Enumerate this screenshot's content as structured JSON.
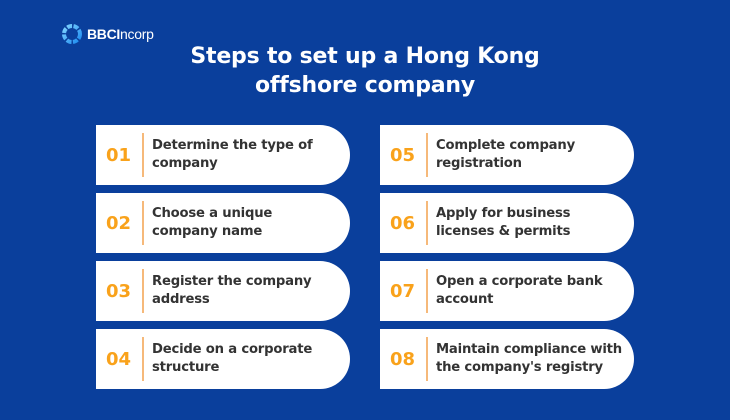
{
  "brand": {
    "logo_text_bold": "BBCI",
    "logo_text_regular": "ncorp",
    "logo_icon": "swirl-ring-icon"
  },
  "title": {
    "line1": "Steps to set up a Hong Kong",
    "line2": "offshore company"
  },
  "colors": {
    "background": "#0a3f9c",
    "card": "#ffffff",
    "number": "#f9a21b",
    "divider": "#f6b97a",
    "text": "#333333"
  },
  "steps": [
    {
      "number": "01",
      "line1": "Determine the type of",
      "line2": "company"
    },
    {
      "number": "02",
      "line1": "Choose a unique",
      "line2": "company name"
    },
    {
      "number": "03",
      "line1": "Register the company",
      "line2": "address"
    },
    {
      "number": "04",
      "line1": "Decide on a corporate",
      "line2": "structure"
    },
    {
      "number": "05",
      "line1": "Complete company",
      "line2": "registration"
    },
    {
      "number": "06",
      "line1": "Apply for business",
      "line2": "licenses & permits"
    },
    {
      "number": "07",
      "line1": "Open a corporate bank",
      "line2": "account"
    },
    {
      "number": "08",
      "line1": "Maintain compliance with",
      "line2": "the company's registry"
    }
  ]
}
